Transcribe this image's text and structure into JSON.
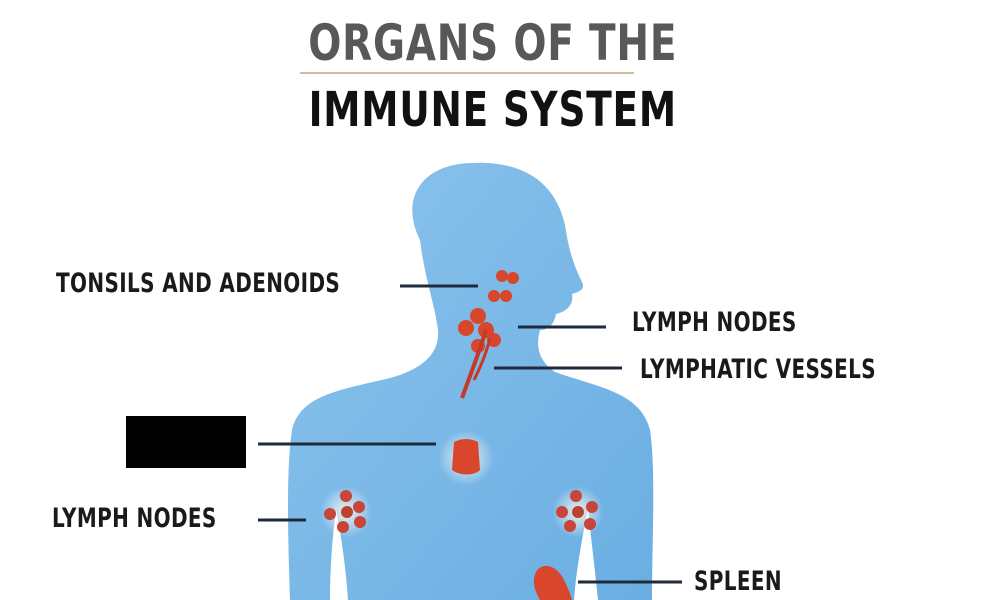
{
  "title": {
    "line1": "ORGANS OF THE",
    "line2": "IMMUNE SYSTEM"
  },
  "labels": {
    "tonsils": "TONSILS AND ADENOIDS",
    "lymph_nodes_neck": "LYMPH NODES",
    "lymphatic_vessels": "LYMPHATIC VESSELS",
    "thymus_redacted": "",
    "lymph_nodes_armpit": "LYMPH NODES",
    "spleen": "SPLEEN"
  },
  "colors": {
    "body": "#7fb8e6",
    "organ": "#d8462b",
    "leader_line": "#1f2a3a",
    "title_gray": "#58585a",
    "title_black": "#111111",
    "rule": "#cdbf9a"
  }
}
